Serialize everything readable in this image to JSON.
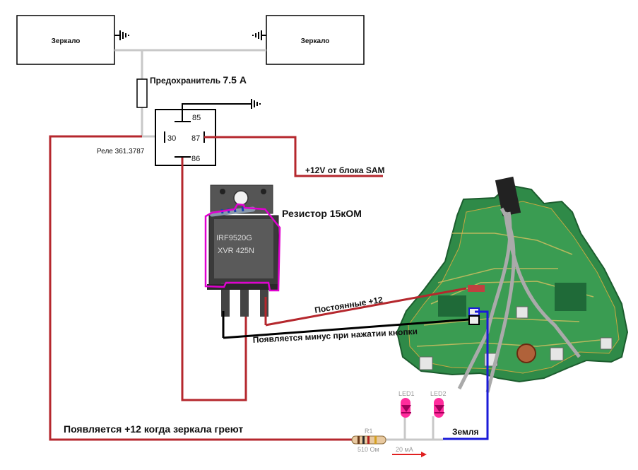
{
  "mirrors": {
    "left_label": "Зеркало",
    "right_label": "Зеркало"
  },
  "fuse": {
    "label": "Предохранитель",
    "rating": "7.5 А"
  },
  "relay": {
    "label": "Реле 361.3787",
    "pin_85": "85",
    "pin_30": "30",
    "pin_87": "87",
    "pin_86": "86"
  },
  "sam": {
    "label": "+12V от блока SAM"
  },
  "transistor": {
    "marking_line1": "IRF9520G",
    "marking_line2": "XVR 425N",
    "marking_line3": ""
  },
  "resistor_label": "Резистор 15кОМ",
  "labels": {
    "constant_plus": "Постоянные +12",
    "minus_on_press": "Появляется минус при нажатии кнопки",
    "heated_plus": "Появляется +12 когда зеркала греют",
    "ground": "Земля"
  },
  "circuit": {
    "led1": "LED1",
    "led2": "LED2",
    "r1": "R1",
    "r1_value": "510 Ом",
    "current": "20 мА"
  },
  "colors": {
    "wire_red": "#b5272d",
    "wire_gray": "#c8c8c8",
    "wire_blue": "#1a1ad8",
    "wire_black": "#000000",
    "magenta": "#e000d0",
    "pcb_green": "#2f8a48",
    "led_pink": "#ff2c9c"
  }
}
